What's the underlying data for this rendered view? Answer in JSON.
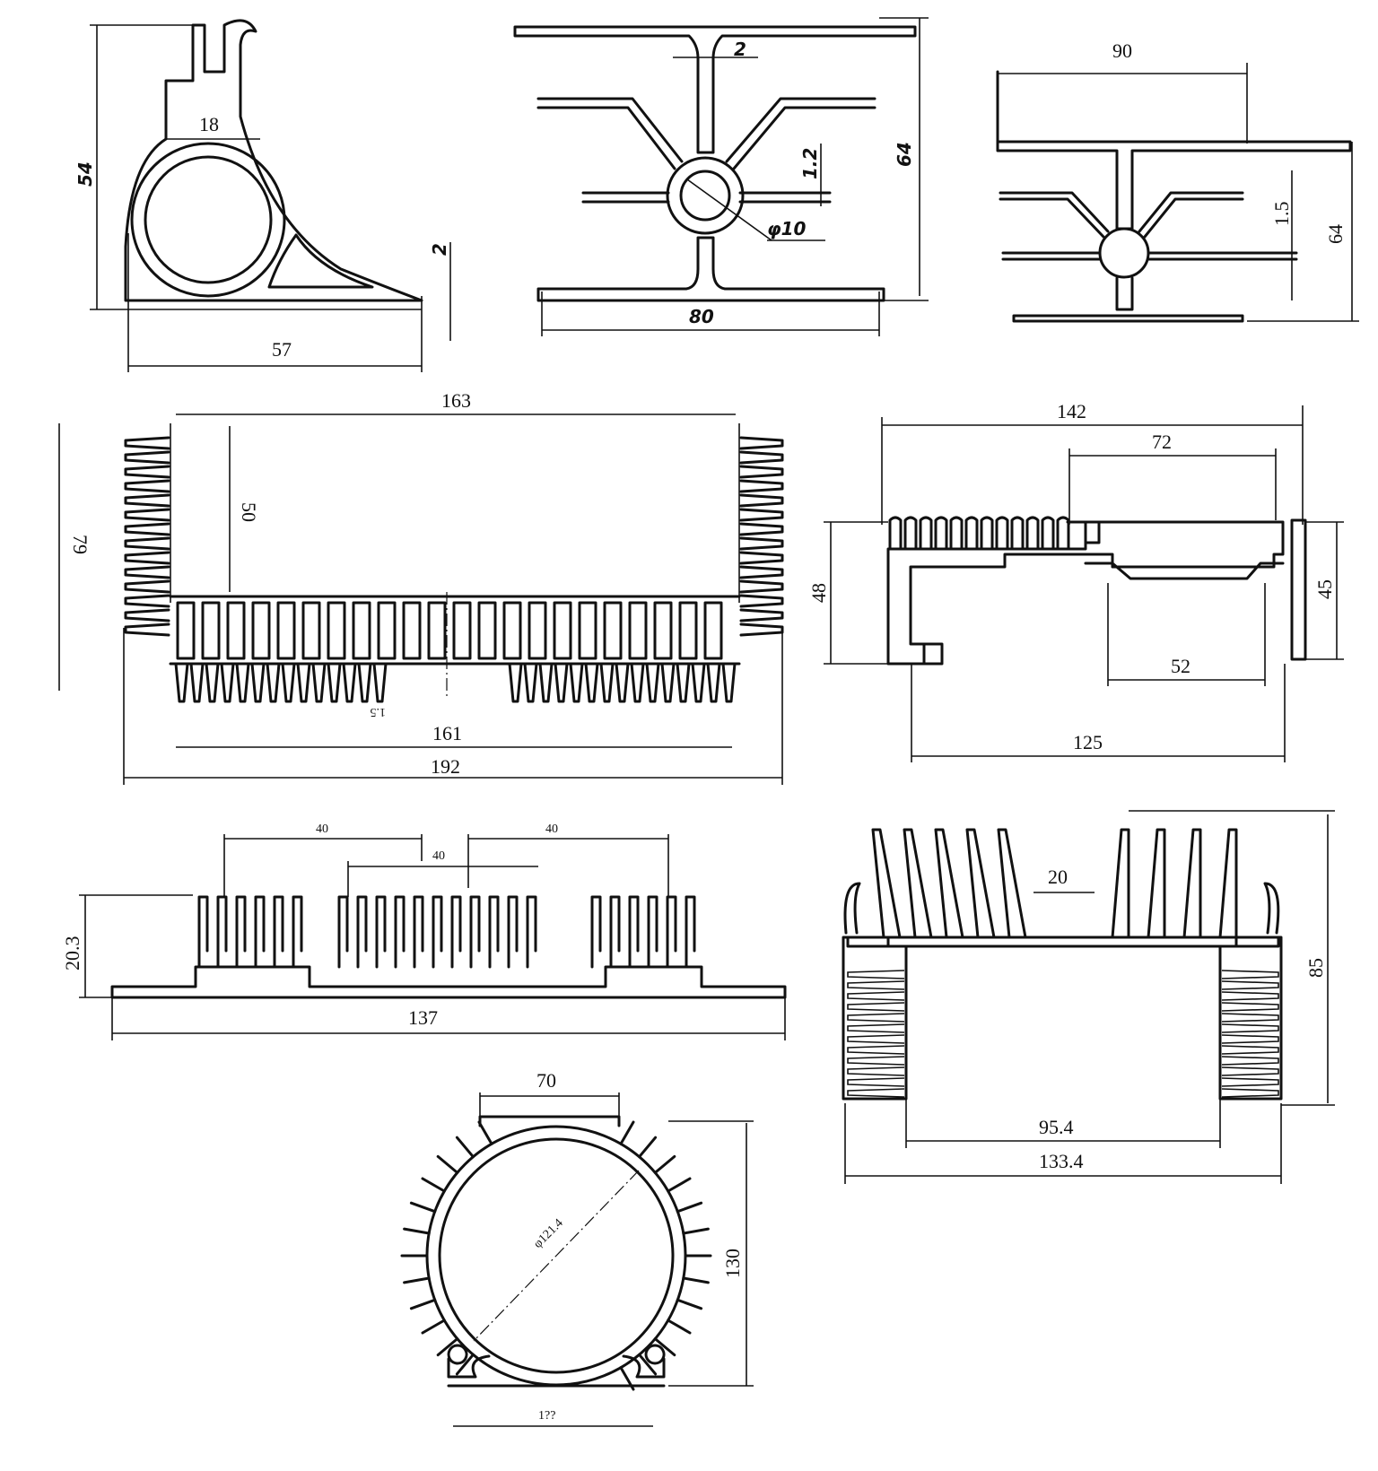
{
  "profile_a": {
    "dim_height": "54",
    "dim_inner": "18",
    "dim_thick": "2",
    "dim_width": "57"
  },
  "profile_b": {
    "dim_web": "2",
    "dim_fin": "1.2",
    "dim_bore": "φ10",
    "dim_height": "64",
    "dim_width": "80"
  },
  "profile_c": {
    "dim_top": "90",
    "dim_fin": "1.5",
    "dim_height": "64"
  },
  "profile_d": {
    "dim_top": "163",
    "dim_inner": "50",
    "dim_height": "79",
    "dim_bottom": "161",
    "dim_total": "192",
    "dim_fin": "1.5"
  },
  "profile_e": {
    "dim_total": "142",
    "dim_upper": "72",
    "dim_height_left": "48",
    "dim_height_right": "45",
    "dim_lower": "52",
    "dim_bottom": "125"
  },
  "profile_f": {
    "dim_pitch_1": "40",
    "dim_pitch_2": "40",
    "dim_pitch_3": "40",
    "dim_height": "20.3",
    "dim_width": "137"
  },
  "profile_g": {
    "dim_gap": "20",
    "dim_height": "85",
    "dim_inner": "95.4",
    "dim_outer": "133.4"
  },
  "profile_h": {
    "dim_top": "70",
    "dim_bore": "φ121.4",
    "dim_height": "130",
    "dim_bottom": "1??"
  }
}
